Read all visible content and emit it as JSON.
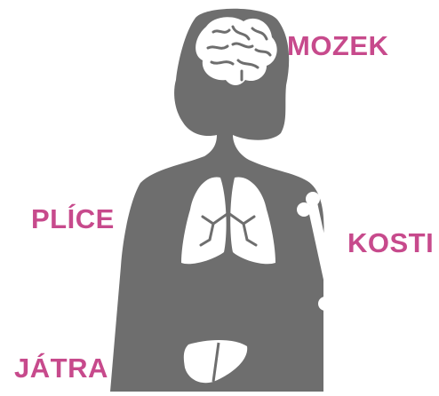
{
  "colors": {
    "silhouette": "#6e6e6e",
    "organ": "#ffffff",
    "label": "#c74a8c"
  },
  "labels": {
    "brain": "MOZEK",
    "lungs": "PLÍCE",
    "bones": "KOSTI",
    "liver": "JÁTRA"
  },
  "icons": {
    "silhouette": "human-silhouette-icon",
    "brain": "brain-icon",
    "lungs": "lungs-icon",
    "bone": "bone-icon",
    "liver": "liver-icon"
  }
}
